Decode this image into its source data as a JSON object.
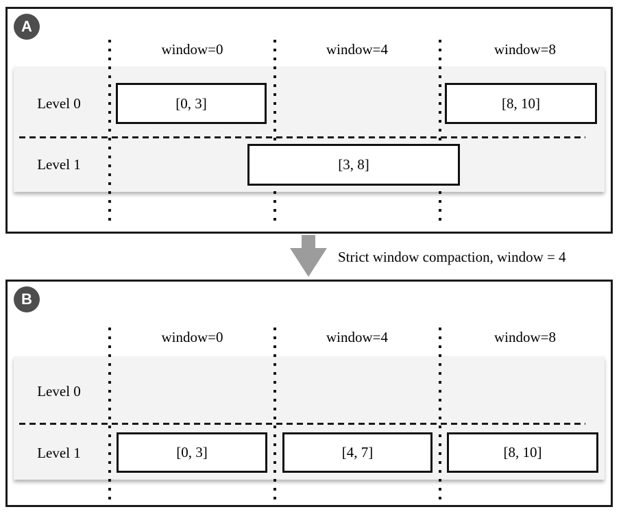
{
  "figure": {
    "description": "Strict window compaction diagram with before and after states"
  },
  "panel_a": {
    "badge": "A",
    "headers": [
      "window=0",
      "window=4",
      "window=8"
    ],
    "level_labels": [
      "Level 0",
      "Level 1"
    ],
    "sstables": {
      "level0_window0": "[0, 3]",
      "level0_window8": "[8, 10]",
      "level1_span": "[3, 8]"
    }
  },
  "transition": {
    "label": "Strict window compaction, window = 4"
  },
  "panel_b": {
    "badge": "B",
    "headers": [
      "window=0",
      "window=4",
      "window=8"
    ],
    "level_labels": [
      "Level 0",
      "Level 1"
    ],
    "sstables": {
      "level1_window0": "[0, 3]",
      "level1_window4": "[4, 7]",
      "level1_window8": "[8, 10]"
    }
  },
  "colors": {
    "badge_bg": "#4d4d4d",
    "band_bg": "#f3f3f3",
    "arrow": "#9c9c9c",
    "line": "#1a1a1a"
  }
}
